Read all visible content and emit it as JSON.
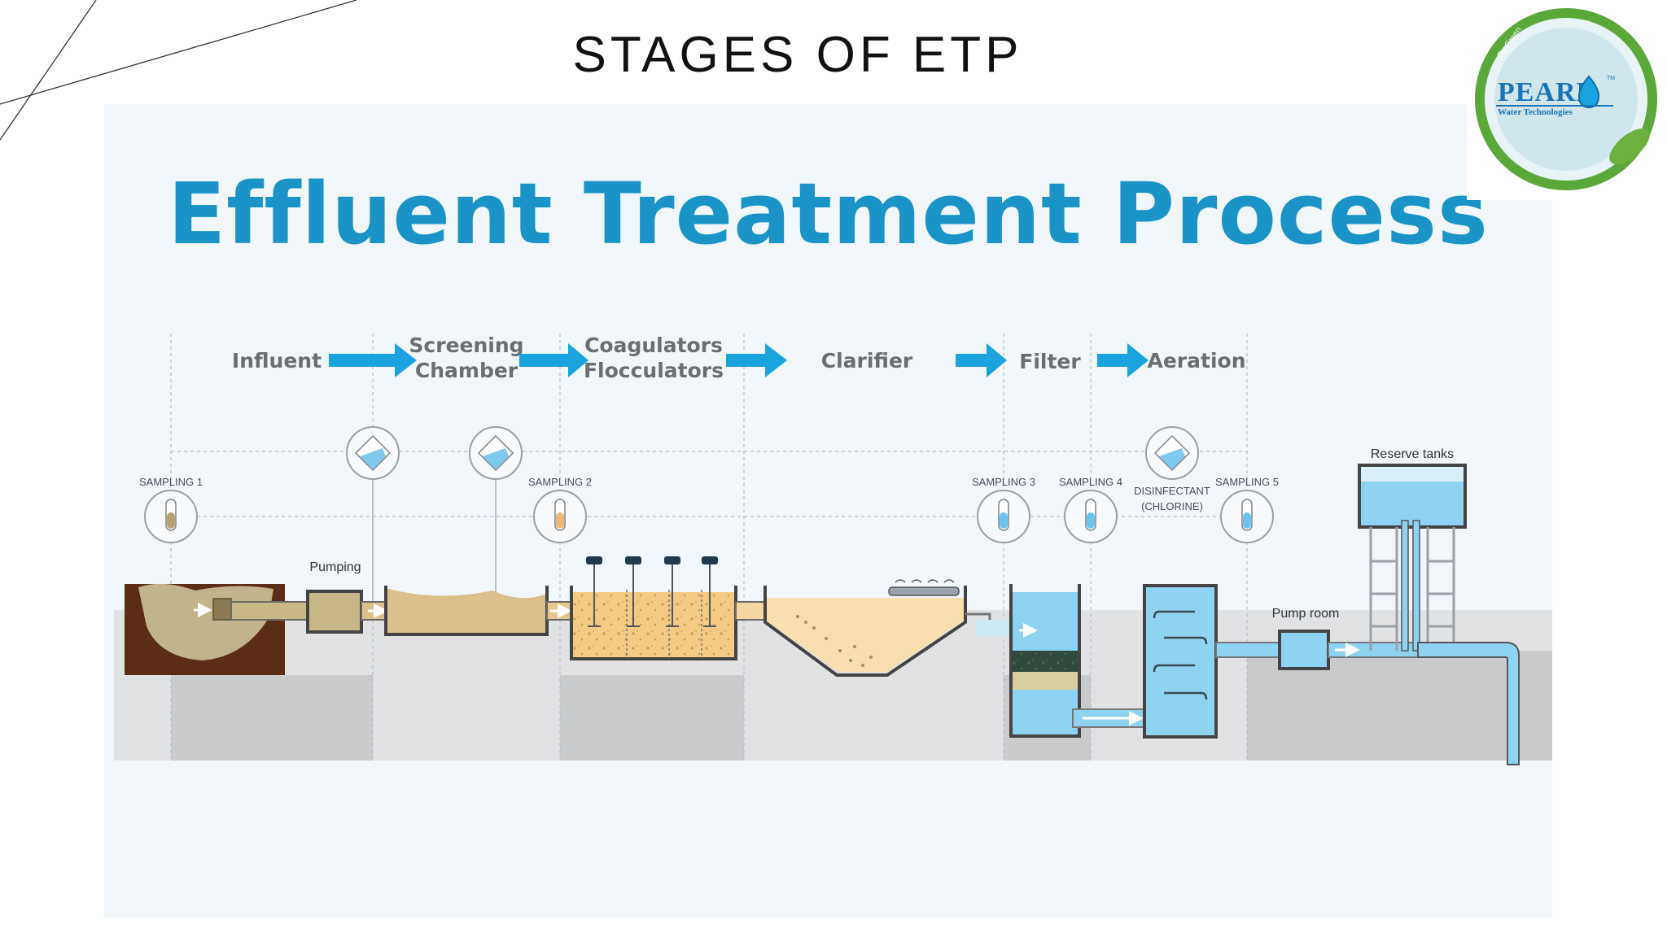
{
  "slide": {
    "title": "STAGES OF ETP"
  },
  "diagram": {
    "heading": "Effluent Treatment Process",
    "stages": [
      {
        "line1": "Influent",
        "line2": ""
      },
      {
        "line1": "Screening",
        "line2": "Chamber"
      },
      {
        "line1": "Coagulators",
        "line2": "Flocculators"
      },
      {
        "line1": "Clarifier",
        "line2": ""
      },
      {
        "line1": "Filter",
        "line2": ""
      },
      {
        "line1": "Aeration",
        "line2": ""
      }
    ],
    "sampling": [
      "SAMPLING 1",
      "SAMPLING 2",
      "SAMPLING 3",
      "SAMPLING 4",
      "SAMPLING 5"
    ],
    "disinfectant": {
      "line1": "DISINFECTANT",
      "line2": "(CHLORINE)"
    },
    "labels": {
      "pumping": "Pumping",
      "pump_room": "Pump room",
      "reserve_tanks": "Reserve tanks"
    }
  },
  "logo": {
    "brand": "PEARL",
    "sub": "Water Technologies",
    "tag": "Go Green",
    "tm": "TM"
  },
  "colors": {
    "arrow": "#1aa3dc",
    "heading": "#1a94c6",
    "water": "#8fd3f2",
    "soil": "#5b2d14"
  }
}
